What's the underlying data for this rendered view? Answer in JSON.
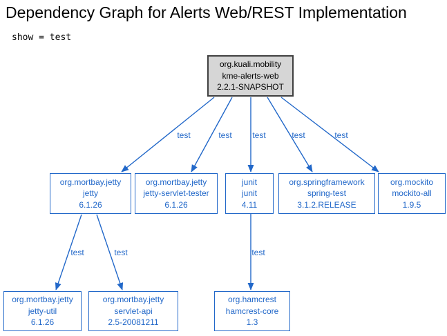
{
  "page": {
    "title": "Dependency Graph for Alerts Web/REST Implementation",
    "subtitle": "show = test"
  },
  "colors": {
    "accent_blue": "#2268c9",
    "root_fill": "#d6d6d6",
    "root_border": "#3f3f3f",
    "text_black": "#000000",
    "background": "#ffffff"
  },
  "graph": {
    "nodes": [
      {
        "id": "kme-alerts-web",
        "role": "root",
        "lines": [
          "org.kuali.mobility",
          "kme-alerts-web",
          "2.2.1-SNAPSHOT"
        ]
      },
      {
        "id": "jetty",
        "role": "dependency",
        "lines": [
          "org.mortbay.jetty",
          "jetty",
          "6.1.26"
        ]
      },
      {
        "id": "jetty-servlet-tester",
        "role": "dependency",
        "lines": [
          "org.mortbay.jetty",
          "jetty-servlet-tester",
          "6.1.26"
        ]
      },
      {
        "id": "junit",
        "role": "dependency",
        "lines": [
          "junit",
          "junit",
          "4.11"
        ]
      },
      {
        "id": "spring-test",
        "role": "dependency",
        "lines": [
          "org.springframework",
          "spring-test",
          "3.1.2.RELEASE"
        ]
      },
      {
        "id": "mockito-all",
        "role": "dependency",
        "lines": [
          "org.mockito",
          "mockito-all",
          "1.9.5"
        ]
      },
      {
        "id": "jetty-util",
        "role": "dependency",
        "lines": [
          "org.mortbay.jetty",
          "jetty-util",
          "6.1.26"
        ]
      },
      {
        "id": "servlet-api",
        "role": "dependency",
        "lines": [
          "org.mortbay.jetty",
          "servlet-api",
          "2.5-20081211"
        ]
      },
      {
        "id": "hamcrest-core",
        "role": "dependency",
        "lines": [
          "org.hamcrest",
          "hamcrest-core",
          "1.3"
        ]
      }
    ],
    "edges": [
      {
        "from": "kme-alerts-web",
        "to": "jetty",
        "label": "test"
      },
      {
        "from": "kme-alerts-web",
        "to": "jetty-servlet-tester",
        "label": "test"
      },
      {
        "from": "kme-alerts-web",
        "to": "junit",
        "label": "test"
      },
      {
        "from": "kme-alerts-web",
        "to": "spring-test",
        "label": "test"
      },
      {
        "from": "kme-alerts-web",
        "to": "mockito-all",
        "label": "test"
      },
      {
        "from": "jetty",
        "to": "jetty-util",
        "label": "test"
      },
      {
        "from": "jetty",
        "to": "servlet-api",
        "label": "test"
      },
      {
        "from": "junit",
        "to": "hamcrest-core",
        "label": "test"
      }
    ]
  }
}
